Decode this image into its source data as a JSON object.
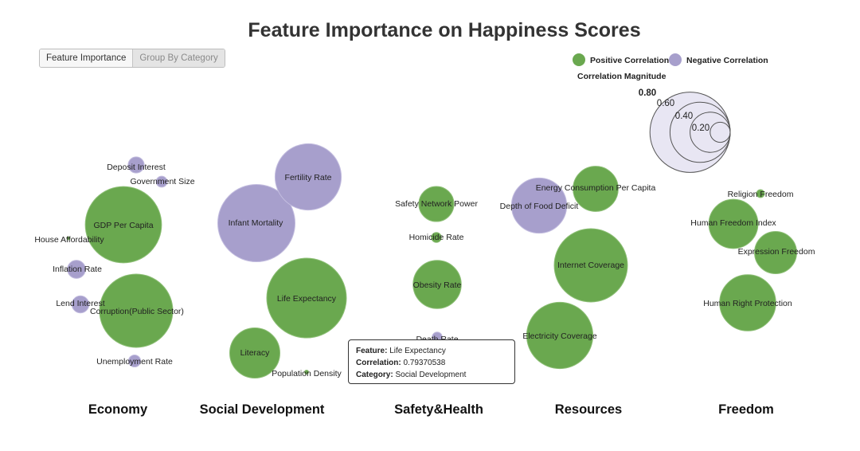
{
  "title": "Feature Importance on Happiness Scores",
  "controls": {
    "feature_importance": "Feature Importance",
    "group_by_category": "Group By Category"
  },
  "legend": {
    "positive": "Positive Correlation",
    "negative": "Negative Correlation",
    "size_title": "Correlation Magnitude",
    "size_values": [
      0.8,
      0.6,
      0.4,
      0.2
    ],
    "size_labels": [
      "0.80",
      "0.60",
      "0.40",
      "0.20"
    ]
  },
  "colors": {
    "positive": "#6aa84f",
    "negative": "#a79fcc"
  },
  "tooltip": {
    "feature_label": "Feature:",
    "feature": "Life Expectancy",
    "correlation_label": "Correlation:",
    "correlation": "0.79370538",
    "category_label": "Category:",
    "category": "Social Development"
  },
  "chart_data": {
    "type": "bubble",
    "title": "Feature Importance on Happiness Scores",
    "size_encoding": "absolute correlation",
    "categories": [
      "Economy",
      "Social Development",
      "Safety&Health",
      "Resources",
      "Freedom"
    ],
    "features": [
      {
        "name": "Deposit Interest",
        "category": "Economy",
        "correlation": -0.16
      },
      {
        "name": "Government Size",
        "category": "Economy",
        "correlation": -0.11
      },
      {
        "name": "GDP Per Capita",
        "category": "Economy",
        "correlation": 0.76
      },
      {
        "name": "House Affordability",
        "category": "Economy",
        "correlation": 0.03
      },
      {
        "name": "Inflation Rate",
        "category": "Economy",
        "correlation": -0.18
      },
      {
        "name": "Lend Interest",
        "category": "Economy",
        "correlation": -0.17
      },
      {
        "name": "Corruption(Public Sector)",
        "category": "Economy",
        "correlation": 0.73
      },
      {
        "name": "Unemployment Rate",
        "category": "Economy",
        "correlation": -0.12
      },
      {
        "name": "Fertility Rate",
        "category": "Social Development",
        "correlation": -0.66
      },
      {
        "name": "Infant Mortality",
        "category": "Social Development",
        "correlation": -0.77
      },
      {
        "name": "Life Expectancy",
        "category": "Social Development",
        "correlation": 0.7937
      },
      {
        "name": "Literacy",
        "category": "Social Development",
        "correlation": 0.5
      },
      {
        "name": "Population Density",
        "category": "Social Development",
        "correlation": 0.04
      },
      {
        "name": "Safety Network Power",
        "category": "Safety&Health",
        "correlation": 0.35
      },
      {
        "name": "Homicide Rate",
        "category": "Safety&Health",
        "correlation": 0.1
      },
      {
        "name": "Obesity Rate",
        "category": "Safety&Health",
        "correlation": 0.48
      },
      {
        "name": "Death Rate",
        "category": "Safety&Health",
        "correlation": -0.1
      },
      {
        "name": "Energy Consumption Per Capita",
        "category": "Resources",
        "correlation": 0.45
      },
      {
        "name": "Depth of Food Deficit",
        "category": "Resources",
        "correlation": -0.55
      },
      {
        "name": "Internet Coverage",
        "category": "Resources",
        "correlation": 0.73
      },
      {
        "name": "Electricity Coverage",
        "category": "Resources",
        "correlation": 0.66
      },
      {
        "name": "Religion Freedom",
        "category": "Freedom",
        "correlation": 0.08
      },
      {
        "name": "Human Freedom Index",
        "category": "Freedom",
        "correlation": 0.49
      },
      {
        "name": "Expression Freedom",
        "category": "Freedom",
        "correlation": 0.42
      },
      {
        "name": "Human Right Protection",
        "category": "Freedom",
        "correlation": 0.56
      }
    ]
  }
}
